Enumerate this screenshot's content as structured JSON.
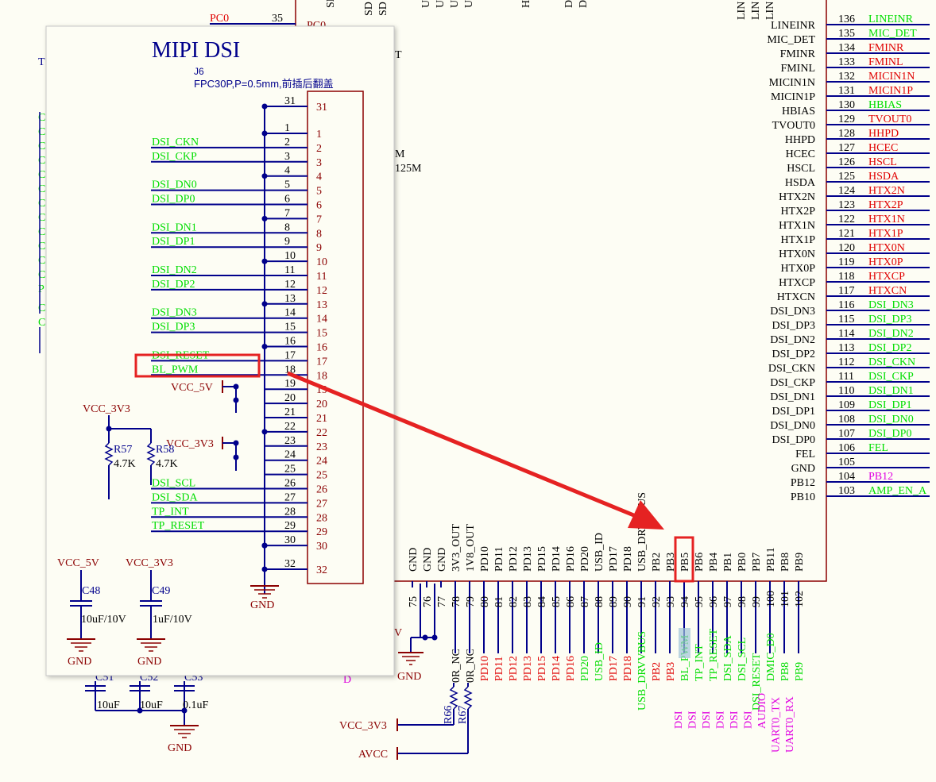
{
  "chip": {
    "top_net": "PC0",
    "top_pin_num": "35",
    "top_pin_name": "PC0",
    "right_pins": [
      {
        "num": "136",
        "name": "LINEINR",
        "net": "LINEINR",
        "netc": "grn"
      },
      {
        "num": "135",
        "name": "MIC_DET",
        "net": "MIC_DET",
        "netc": "grn"
      },
      {
        "num": "134",
        "name": "FMINR",
        "net": "FMINR",
        "netc": "red"
      },
      {
        "num": "133",
        "name": "FMINL",
        "net": "FMINL",
        "netc": "red"
      },
      {
        "num": "132",
        "name": "MICIN1N",
        "net": "MICIN1N",
        "netc": "red"
      },
      {
        "num": "131",
        "name": "MICIN1P",
        "net": "MICIN1P",
        "netc": "red"
      },
      {
        "num": "130",
        "name": "HBIAS",
        "net": "HBIAS",
        "netc": "grn"
      },
      {
        "num": "129",
        "name": "TVOUT0",
        "net": "TVOUT0",
        "netc": "red"
      },
      {
        "num": "128",
        "name": "HHPD",
        "net": "HHPD",
        "netc": "red"
      },
      {
        "num": "127",
        "name": "HCEC",
        "net": "HCEC",
        "netc": "red"
      },
      {
        "num": "126",
        "name": "HSCL",
        "net": "HSCL",
        "netc": "red"
      },
      {
        "num": "125",
        "name": "HSDA",
        "net": "HSDA",
        "netc": "red"
      },
      {
        "num": "124",
        "name": "HTX2N",
        "net": "HTX2N",
        "netc": "red"
      },
      {
        "num": "123",
        "name": "HTX2P",
        "net": "HTX2P",
        "netc": "red"
      },
      {
        "num": "122",
        "name": "HTX1N",
        "net": "HTX1N",
        "netc": "red"
      },
      {
        "num": "121",
        "name": "HTX1P",
        "net": "HTX1P",
        "netc": "red"
      },
      {
        "num": "120",
        "name": "HTX0N",
        "net": "HTX0N",
        "netc": "red"
      },
      {
        "num": "119",
        "name": "HTX0P",
        "net": "HTX0P",
        "netc": "red"
      },
      {
        "num": "118",
        "name": "HTXCP",
        "net": "HTXCP",
        "netc": "red"
      },
      {
        "num": "117",
        "name": "HTXCN",
        "net": "HTXCN",
        "netc": "red"
      },
      {
        "num": "116",
        "name": "DSI_DN3",
        "net": "DSI_DN3",
        "netc": "grn"
      },
      {
        "num": "115",
        "name": "DSI_DP3",
        "net": "DSI_DP3",
        "netc": "grn"
      },
      {
        "num": "114",
        "name": "DSI_DN2",
        "net": "DSI_DN2",
        "netc": "grn"
      },
      {
        "num": "113",
        "name": "DSI_DP2",
        "net": "DSI_DP2",
        "netc": "grn"
      },
      {
        "num": "112",
        "name": "DSI_CKN",
        "net": "DSI_CKN",
        "netc": "grn"
      },
      {
        "num": "111",
        "name": "DSI_CKP",
        "net": "DSI_CKP",
        "netc": "grn"
      },
      {
        "num": "110",
        "name": "DSI_DN1",
        "net": "DSI_DN1",
        "netc": "grn"
      },
      {
        "num": "109",
        "name": "DSI_DP1",
        "net": "DSI_DP1",
        "netc": "grn"
      },
      {
        "num": "108",
        "name": "DSI_DN0",
        "net": "DSI_DN0",
        "netc": "grn"
      },
      {
        "num": "107",
        "name": "DSI_DP0",
        "net": "DSI_DP0",
        "netc": "grn"
      },
      {
        "num": "106",
        "name": "FEL",
        "net": "FEL",
        "netc": "grn"
      },
      {
        "num": "105",
        "name": "GND",
        "net": "",
        "netc": "grn"
      },
      {
        "num": "104",
        "name": "PB12",
        "net": "PB12",
        "netc": "mag"
      },
      {
        "num": "103",
        "name": "PB10",
        "net": "AMP_EN_A",
        "netc": "grn"
      }
    ],
    "bottom_pins": [
      {
        "num": "75",
        "name": "GND",
        "net": ""
      },
      {
        "num": "76",
        "name": "GND",
        "net": ""
      },
      {
        "num": "77",
        "name": "GND",
        "net": ""
      },
      {
        "num": "78",
        "name": "3V3_OUT",
        "net": "0R_NC",
        "netc": "ink"
      },
      {
        "num": "79",
        "name": "1V8_OUT",
        "net": "0R_NC",
        "netc": "ink"
      },
      {
        "num": "80",
        "name": "PD10",
        "net": "PD10",
        "netc": "red"
      },
      {
        "num": "81",
        "name": "PD11",
        "net": "PD11",
        "netc": "red"
      },
      {
        "num": "82",
        "name": "PD12",
        "net": "PD12",
        "netc": "red"
      },
      {
        "num": "83",
        "name": "PD13",
        "net": "PD13",
        "netc": "red"
      },
      {
        "num": "84",
        "name": "PD15",
        "net": "PD15",
        "netc": "red"
      },
      {
        "num": "85",
        "name": "PD14",
        "net": "PD14",
        "netc": "red"
      },
      {
        "num": "86",
        "name": "PD16",
        "net": "PD16",
        "netc": "red"
      },
      {
        "num": "87",
        "name": "PD20",
        "net": "PD20",
        "netc": "grn"
      },
      {
        "num": "88",
        "name": "USB_ID",
        "net": "USB_ID",
        "netc": "grn"
      },
      {
        "num": "89",
        "name": "PD17",
        "net": "PD17",
        "netc": "red"
      },
      {
        "num": "90",
        "name": "PD18",
        "net": "PD18",
        "netc": "red"
      },
      {
        "num": "91",
        "name": "USB_DRVVBUS",
        "net": "USB_DRVVBUS",
        "netc": "grn"
      },
      {
        "num": "92",
        "name": "PB2",
        "net": "PB2",
        "netc": "red"
      },
      {
        "num": "93",
        "name": "PB3",
        "net": "PB3",
        "netc": "red"
      },
      {
        "num": "94",
        "name": "PB5",
        "net": "BL_PWM",
        "netc": "grn"
      },
      {
        "num": "95",
        "name": "PB6",
        "net": "TP_INT",
        "netc": "grn"
      },
      {
        "num": "96",
        "name": "PB4",
        "net": "TP_RESET",
        "netc": "grn"
      },
      {
        "num": "97",
        "name": "PB1",
        "net": "DSI_SDA",
        "netc": "grn"
      },
      {
        "num": "98",
        "name": "PB0",
        "net": "DSI_SCL",
        "netc": "grn"
      },
      {
        "num": "99",
        "name": "PB7",
        "net": "DSI_RESET",
        "netc": "grn"
      },
      {
        "num": "100",
        "name": "PB11",
        "net": "DMIC_D0",
        "netc": "grn"
      },
      {
        "num": "101",
        "name": "PB8",
        "net": "PB8",
        "netc": "grn"
      },
      {
        "num": "102",
        "name": "PB9",
        "net": "PB9",
        "netc": "grn"
      }
    ],
    "bottom_labels": [
      "DSI",
      "DSI",
      "DSI",
      "DSI",
      "DSI",
      "DSI",
      "AUDIO",
      "UART0_TX",
      "UART0_RX"
    ],
    "partial_top": [
      "SD",
      "SD",
      "SD",
      "U",
      "U",
      "U",
      "U",
      "H",
      "D",
      "D",
      "LIN",
      "LIN",
      "LIN"
    ],
    "mid_text": [
      "T",
      "M",
      "125M"
    ],
    "mid_t_prefix": "T",
    "left_edge_letters": [
      "C",
      "C",
      "C",
      "C",
      "C",
      "C",
      "C",
      "C",
      "C",
      "C",
      "C",
      "C",
      "P",
      "C",
      "C"
    ],
    "vcc_3v3": "VCC_3V3",
    "avcc": "AVCC",
    "r66": "R66",
    "r67": "R67",
    "bottom_left_caps": [
      "C51",
      "C52",
      "C53"
    ],
    "bottom_left_vals": [
      "10uF",
      "10uF",
      "0.1uF"
    ],
    "gnd": "GND",
    "v_label": "V",
    "d_label": "D"
  },
  "panel": {
    "title": "MIPI DSI",
    "ref": "J6",
    "desc": "FPC30P,P=0.5mm,前插后翻盖",
    "pins": [
      {
        "num": "31",
        "outer": "31",
        "net": ""
      },
      {
        "num": "1",
        "outer": "1",
        "net": ""
      },
      {
        "num": "2",
        "outer": "2",
        "net": "DSI_CKN"
      },
      {
        "num": "3",
        "outer": "3",
        "net": "DSI_CKP"
      },
      {
        "num": "4",
        "outer": "4",
        "net": ""
      },
      {
        "num": "5",
        "outer": "5",
        "net": "DSI_DN0"
      },
      {
        "num": "6",
        "outer": "6",
        "net": "DSI_DP0"
      },
      {
        "num": "7",
        "outer": "7",
        "net": ""
      },
      {
        "num": "8",
        "outer": "8",
        "net": "DSI_DN1"
      },
      {
        "num": "9",
        "outer": "9",
        "net": "DSI_DP1"
      },
      {
        "num": "10",
        "outer": "10",
        "net": ""
      },
      {
        "num": "11",
        "outer": "11",
        "net": "DSI_DN2"
      },
      {
        "num": "12",
        "outer": "12",
        "net": "DSI_DP2"
      },
      {
        "num": "13",
        "outer": "13",
        "net": ""
      },
      {
        "num": "14",
        "outer": "14",
        "net": "DSI_DN3"
      },
      {
        "num": "15",
        "outer": "15",
        "net": "DSI_DP3"
      },
      {
        "num": "16",
        "outer": "16",
        "net": ""
      },
      {
        "num": "17",
        "outer": "17",
        "net": "DSI_RESET"
      },
      {
        "num": "18",
        "outer": "18",
        "net": "BL_PWM"
      },
      {
        "num": "19",
        "outer": "19",
        "net": ""
      },
      {
        "num": "20",
        "outer": "20",
        "net": ""
      },
      {
        "num": "21",
        "outer": "21",
        "net": ""
      },
      {
        "num": "22",
        "outer": "22",
        "net": ""
      },
      {
        "num": "23",
        "outer": "23",
        "net": ""
      },
      {
        "num": "24",
        "outer": "24",
        "net": ""
      },
      {
        "num": "25",
        "outer": "25",
        "net": ""
      },
      {
        "num": "26",
        "outer": "26",
        "net": "DSI_SCL"
      },
      {
        "num": "27",
        "outer": "27",
        "net": "DSI_SDA"
      },
      {
        "num": "28",
        "outer": "28",
        "net": "TP_INT"
      },
      {
        "num": "29",
        "outer": "29",
        "net": "TP_RESET"
      },
      {
        "num": "30",
        "outer": "30",
        "net": ""
      },
      {
        "num": "32",
        "outer": "32",
        "net": ""
      }
    ],
    "vcc_5v": "VCC_5V",
    "vcc_3v3": "VCC_3V3",
    "vcc_3v3_b": "VCC_3V3",
    "r57": "R57",
    "r58": "R58",
    "r57_val": "4.7K",
    "r58_val": "4.7K",
    "gnd": "GND",
    "c48": "C48",
    "c49": "C49",
    "c48_val": "10uF/10V",
    "c49_val": "1uF/10V",
    "c48_net": "VCC_5V",
    "c49_net": "VCC_3V3"
  },
  "highlight": {
    "source": "BL_PWM",
    "target": "PB5",
    "accent": "#e52222"
  }
}
